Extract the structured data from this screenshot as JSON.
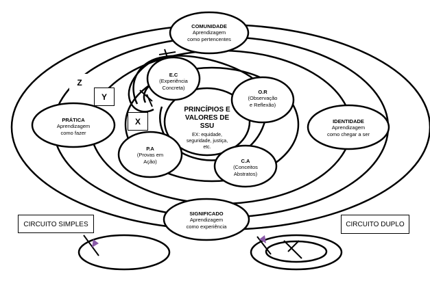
{
  "nodes": {
    "comunidade": {
      "title": "COMUNIDADE",
      "line1": "Aprendizagem",
      "line2": "como pertencentes"
    },
    "pratica": {
      "title": "PRÁTICA",
      "line1": "Aprendizagem",
      "line2": "como fazer"
    },
    "identidade": {
      "title": "IDENTIDADE",
      "line1": "Aprendizagem",
      "line2": "como chegar a ser"
    },
    "significado": {
      "title": "SIGNIFICADO",
      "line1": "Aprendizagem",
      "line2": "como experiência"
    },
    "ec": {
      "title": "E.C",
      "line1": "(Experiência",
      "line2": "Concreta)"
    },
    "or": {
      "title": "O.R",
      "line1": "(Observação",
      "line2": "e Reflexão)"
    },
    "pa": {
      "title": "P.A",
      "line1": "(Provas em",
      "line2": "Ação)"
    },
    "ca": {
      "title": "C.A",
      "line1": "(Conceitos",
      "line2": "Abstratos)"
    },
    "center": {
      "line1": "PRINCÍPIOS E",
      "line2": "VALORES DE",
      "line3": "SSU",
      "ex1": "EX: equidade,",
      "ex2": "seguridade, justiça,",
      "ex3": "etc."
    }
  },
  "markers": {
    "z": "Z",
    "y": "Y",
    "x": "X"
  },
  "circuits": {
    "simple": "CIRCUITO SIMPLES",
    "double": "CIRCUITO DUPLO"
  },
  "colors": {
    "stroke": "#000000",
    "fill": "#ffffff",
    "arrow_accent": "#8a5aa8"
  }
}
